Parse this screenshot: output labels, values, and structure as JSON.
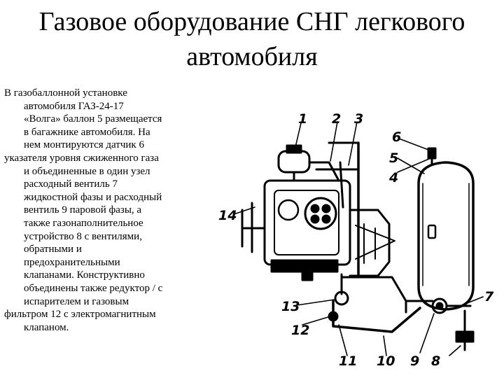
{
  "slide": {
    "title_line1": "Газовое оборудование СНГ легкового",
    "title_line2": "автомобиля",
    "paragraph_lines": [
      "В газобаллонной установке",
      "автомобиля ГАЗ-24-17",
      "«Волга» баллон 5 размещается",
      "в багажнике автомобиля. На",
      "нем монтируются датчик 6",
      "указателя уровня сжиженного газа",
      "и объединенные в один узел",
      "расходный вентиль 7",
      "жидкостной фазы и расходный",
      "вентиль 9 паровой фазы, а",
      "также газонаполнительное",
      "устройство 8 с вентилями,",
      "обратными и",
      "предохранительными",
      "клапанами. Конструктивно",
      "объединены также редуктор / с",
      "испарителем и газовым",
      "фильтром 12 с электромагнитным",
      "клапаном."
    ]
  },
  "figure": {
    "callouts": {
      "c1": "1",
      "c2": "2",
      "c3": "3",
      "c4": "4",
      "c5": "5",
      "c6": "6",
      "c7": "7",
      "c8": "8",
      "c9": "9",
      "c10": "10",
      "c11": "11",
      "c12": "12",
      "c13": "13",
      "c14": "14"
    },
    "tank_mark": "0"
  }
}
